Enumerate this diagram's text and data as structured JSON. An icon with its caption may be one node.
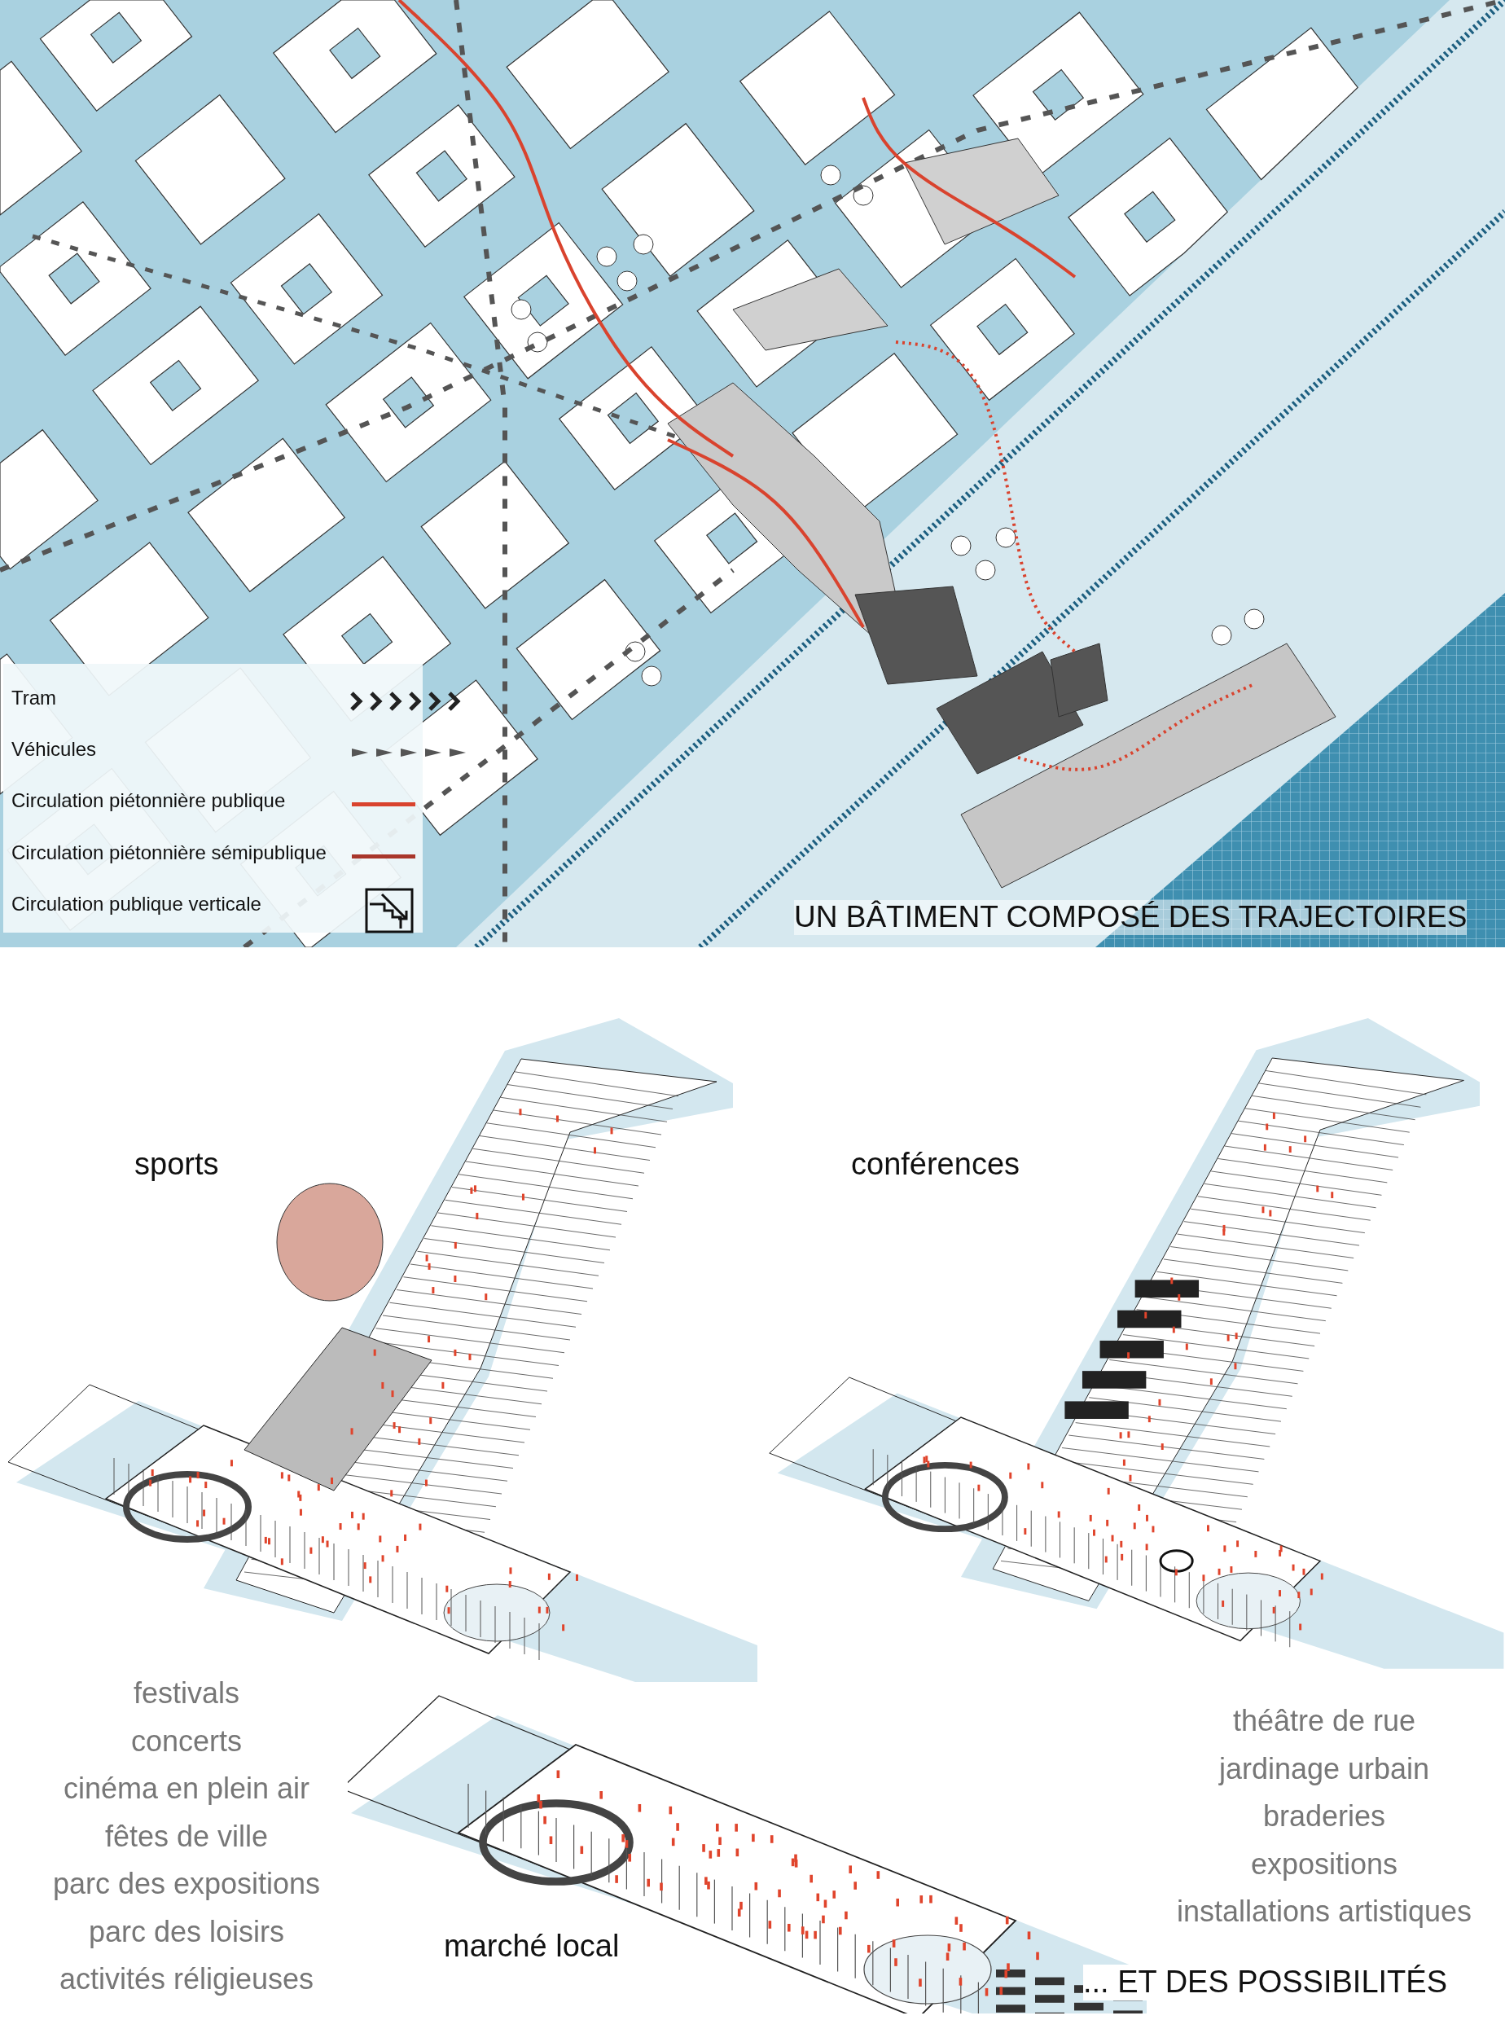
{
  "diagram": {
    "title": "UN BÂTIMENT COMPOSÉ DES TRAJECTOIRES",
    "labels": [
      "sports",
      "conférences",
      "festivals",
      "concerts",
      "cinéma en plein air",
      "fêtes de ville",
      "parc des expositions",
      "parc des loisirs",
      "activités réligieuses",
      "marché local",
      "théâtre de rue",
      "jardinage urbain",
      "braderies",
      "expositions",
      "installations artistiques",
      "... ET DES POSSIBILITÉS"
    ],
    "legend": [
      {
        "text": "Tram"
      },
      {
        "text": "Véhicules"
      },
      {
        "text": "Circulation piétonnière publique"
      },
      {
        "text": "Circulation piétonnière sémipublique"
      },
      {
        "text": "Circulation publique verticale"
      }
    ]
  }
}
